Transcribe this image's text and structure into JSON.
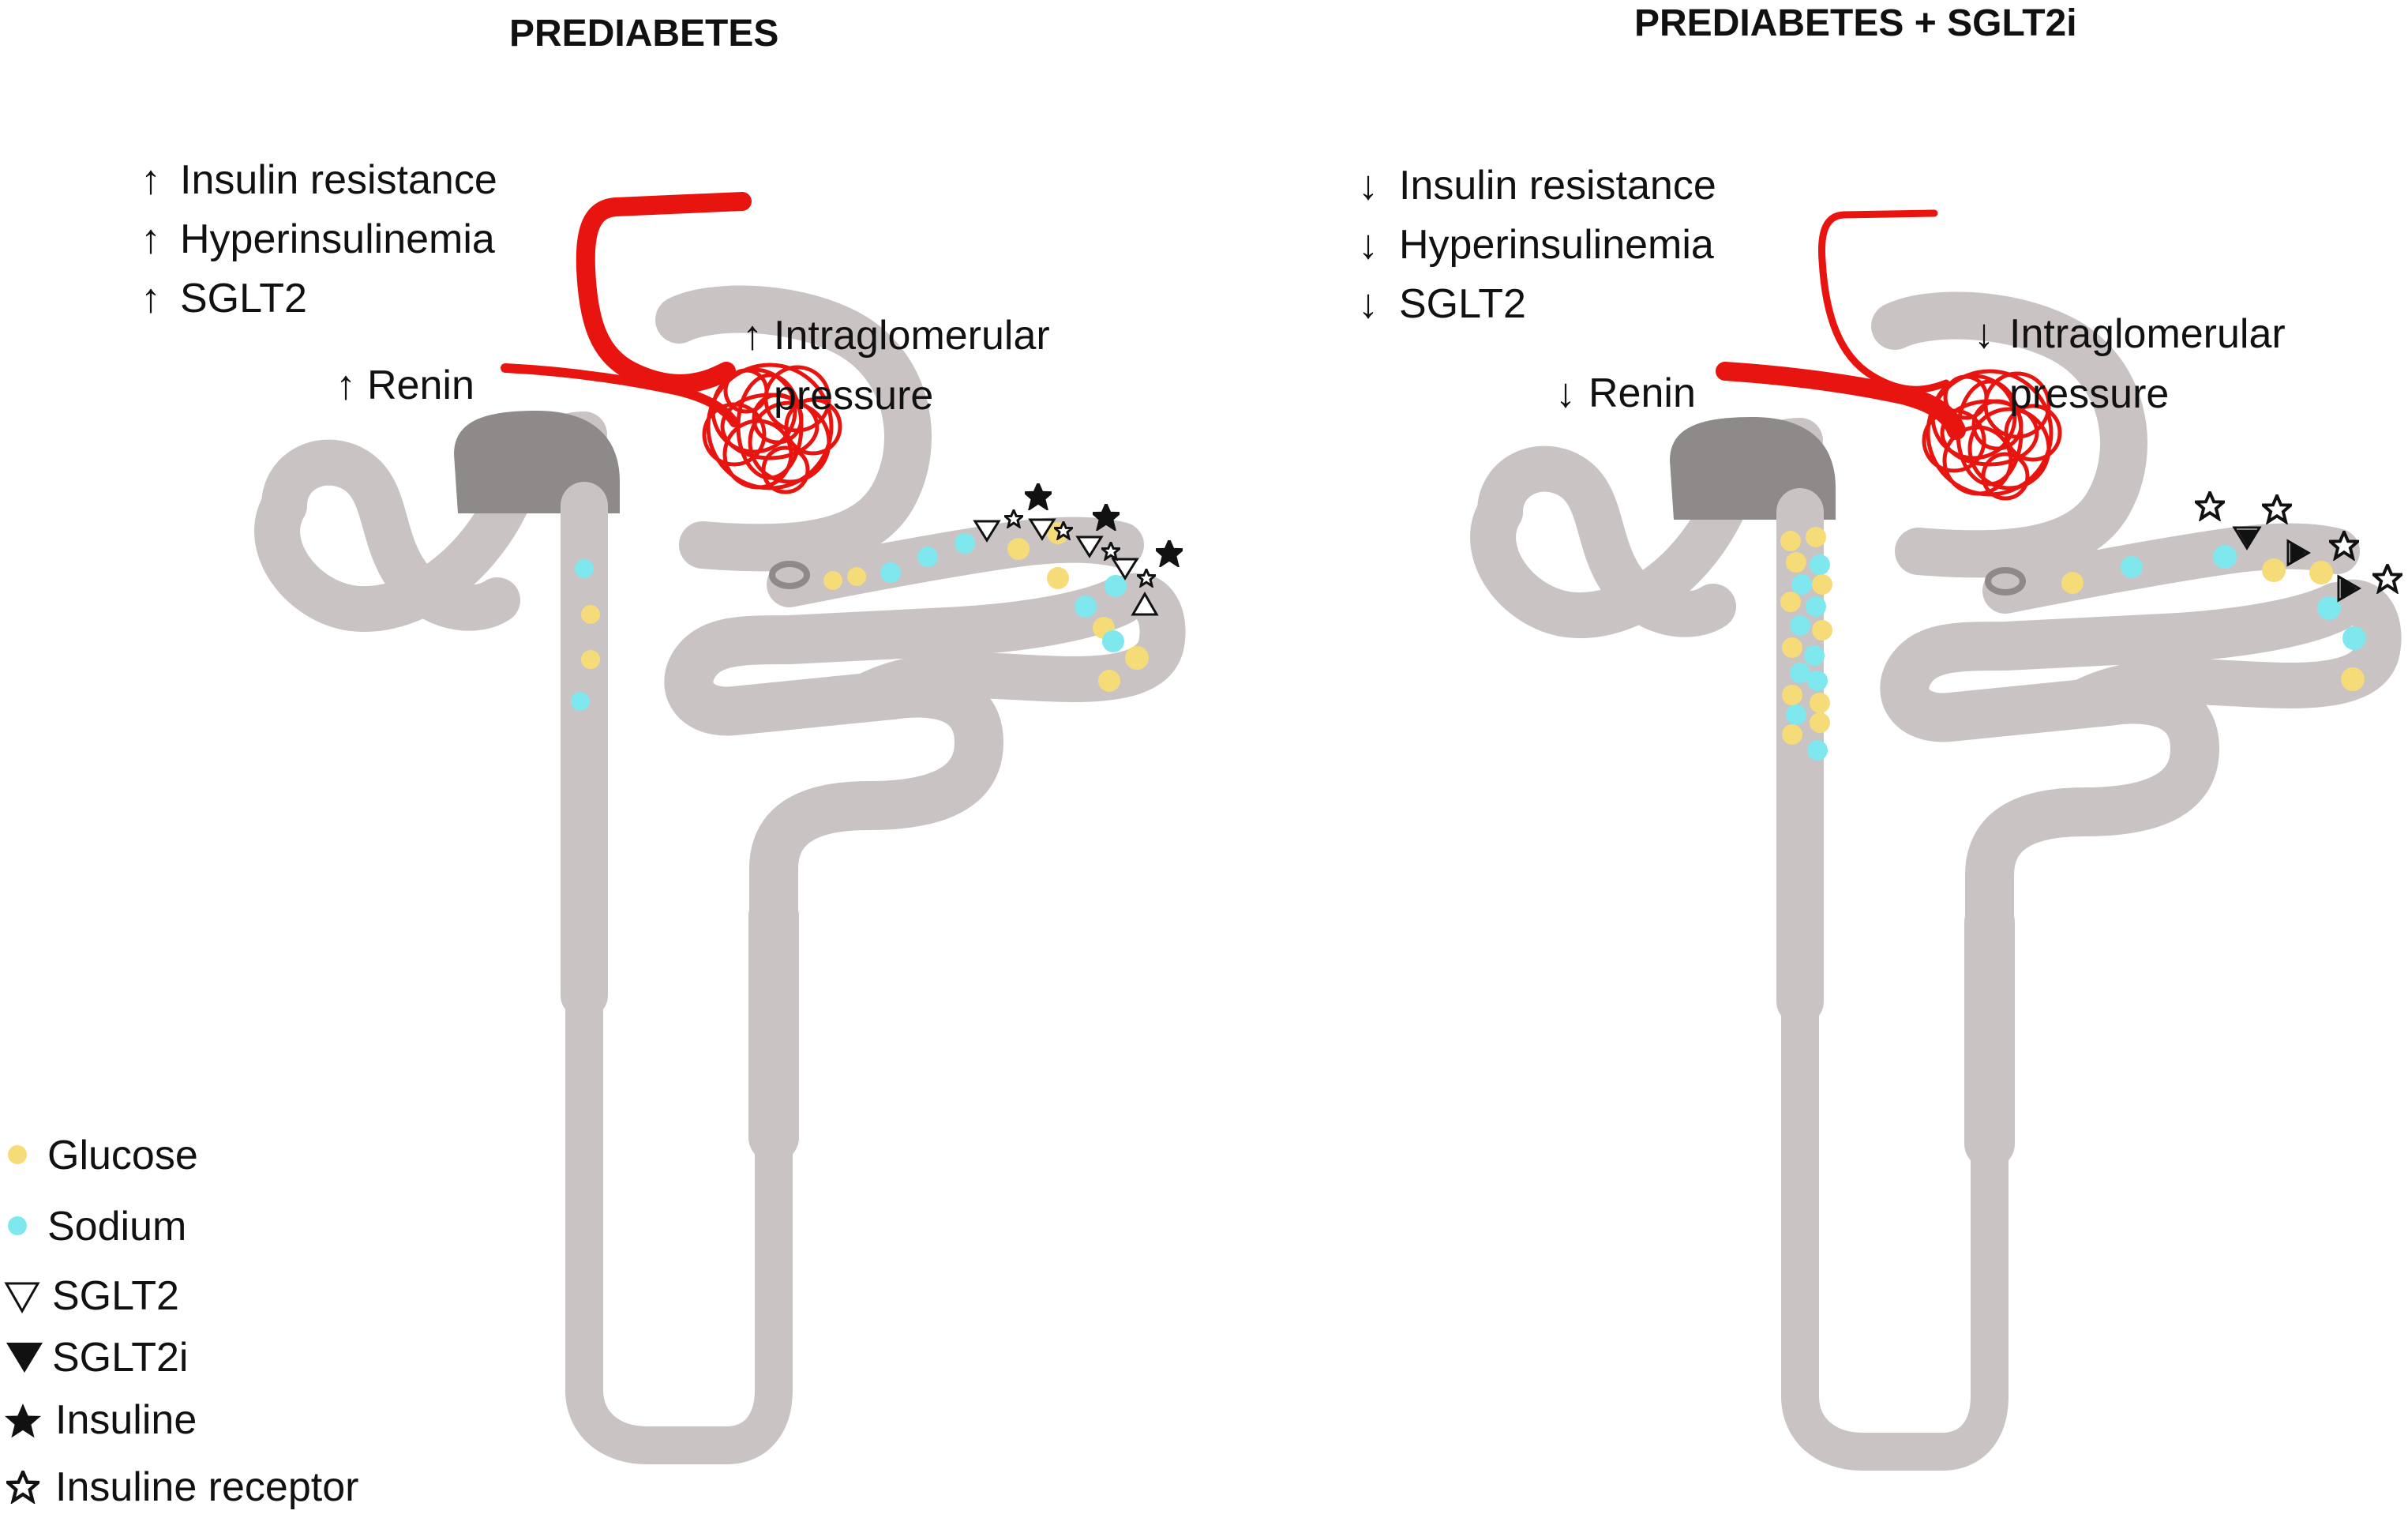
{
  "panels": [
    {
      "title": "PREDIABETES",
      "indicators": [
        {
          "arrow": "↑",
          "text": "Insulin resistance"
        },
        {
          "arrow": "↑",
          "text": "Hyperinsulinemia"
        },
        {
          "arrow": "↑",
          "text": "SGLT2"
        }
      ],
      "renin": {
        "arrow": "↑",
        "text": "Renin"
      },
      "pressure": {
        "arrow": "↑",
        "line1": "Intraglomerular",
        "line2": "pressure"
      }
    },
    {
      "title": "PREDIABETES + SGLT2i",
      "indicators": [
        {
          "arrow": "↓",
          "text": "Insulin resistance"
        },
        {
          "arrow": "↓",
          "text": "Hyperinsulinemia"
        },
        {
          "arrow": "↓",
          "text": "SGLT2"
        }
      ],
      "renin": {
        "arrow": "↓",
        "text": "Renin"
      },
      "pressure": {
        "arrow": "↓",
        "line1": "Intraglomerular",
        "line2": "pressure"
      }
    }
  ],
  "legend": [
    {
      "symbol": "glucose-dot",
      "label": "Glucose"
    },
    {
      "symbol": "sodium-dot",
      "label": "Sodium"
    },
    {
      "symbol": "open-triangle",
      "label": "SGLT2"
    },
    {
      "symbol": "filled-triangle",
      "label": "SGLT2i"
    },
    {
      "symbol": "filled-star",
      "label": "Insuline"
    },
    {
      "symbol": "open-star",
      "label": "Insuline receptor"
    }
  ],
  "colors": {
    "tube": "#c9c3c3",
    "tube_dark": "#8e8a8a",
    "vessel": "#e8140f",
    "glucose": "#f5dc78",
    "sodium": "#7ee8ee"
  }
}
